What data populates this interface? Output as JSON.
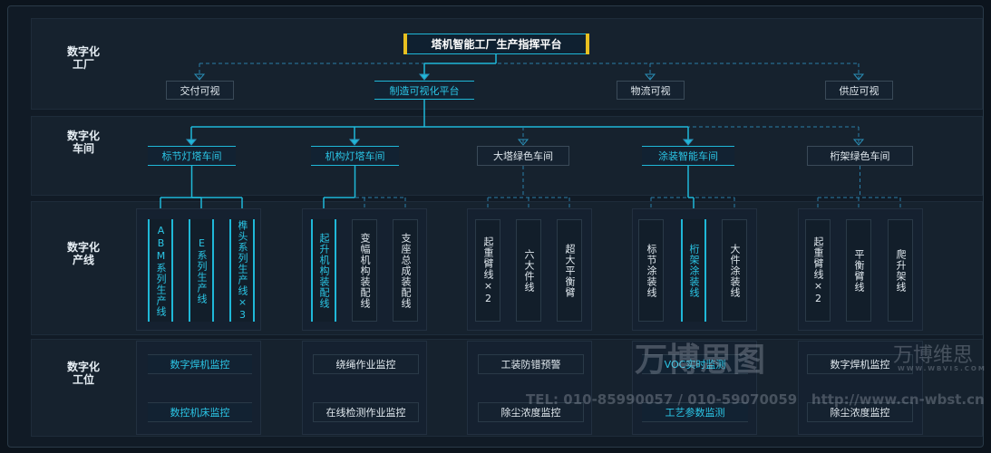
{
  "row_labels": [
    "数字化工厂",
    "数字化车间",
    "数字化产线",
    "数字化工位"
  ],
  "platform_title": "塔机智能工厂生产指挥平台",
  "level2": [
    {
      "label": "交付可视",
      "hl": false
    },
    {
      "label": "制造可视化平台",
      "hl": true
    },
    {
      "label": "物流可视",
      "hl": false
    },
    {
      "label": "供应可视",
      "hl": false
    }
  ],
  "workshops": [
    {
      "label": "标节灯塔车间",
      "hl": true,
      "lines": [
        {
          "label": "ABM系列生产线",
          "hl": true
        },
        {
          "label": "E系列生产线",
          "hl": true
        },
        {
          "label": "榫头系列生产线×3",
          "hl": true
        }
      ],
      "stations": [
        {
          "label": "数字焊机监控",
          "hl": true
        },
        {
          "label": "数控机床监控",
          "hl": true
        }
      ]
    },
    {
      "label": "机构灯塔车间",
      "hl": true,
      "lines": [
        {
          "label": "起升机构装配线",
          "hl": true
        },
        {
          "label": "变幅机构装配线",
          "hl": false
        },
        {
          "label": "支座总成装配线",
          "hl": false
        }
      ],
      "stations": [
        {
          "label": "绕绳作业监控",
          "hl": false
        },
        {
          "label": "在线检测作业监控",
          "hl": false
        }
      ]
    },
    {
      "label": "大塔绿色车间",
      "hl": false,
      "lines": [
        {
          "label": "起重臂线×2",
          "hl": false
        },
        {
          "label": "六大件线",
          "hl": false
        },
        {
          "label": "超大平衡臂",
          "hl": false
        }
      ],
      "stations": [
        {
          "label": "工装防错预警",
          "hl": false
        },
        {
          "label": "除尘浓度监控",
          "hl": false
        }
      ]
    },
    {
      "label": "涂装智能车间",
      "hl": true,
      "lines": [
        {
          "label": "标节涂装线",
          "hl": false
        },
        {
          "label": "桁架涂装线",
          "hl": true
        },
        {
          "label": "大件涂装线",
          "hl": false
        }
      ],
      "stations": [
        {
          "label": "VOC实时监测",
          "hl": true
        },
        {
          "label": "工艺参数监测",
          "hl": true
        }
      ]
    },
    {
      "label": "桁架绿色车间",
      "hl": false,
      "lines": [
        {
          "label": "起重臂线×2",
          "hl": false
        },
        {
          "label": "平衡臂线",
          "hl": false
        },
        {
          "label": "爬升架线",
          "hl": false
        }
      ],
      "stations": [
        {
          "label": "数字焊机监控",
          "hl": false
        },
        {
          "label": "除尘浓度监控",
          "hl": false
        }
      ]
    }
  ],
  "watermark": {
    "brand": "万博思图",
    "brand2": "万博维思",
    "site2": "WWW.WBVIS.COM",
    "contact": "TEL: 010-85990057 / 010-59070059   http://www.cn-wbst.cn"
  },
  "colors": {
    "accent": "#1fb8d8",
    "bg": "#0c141d",
    "title_corner": "#e8c020"
  }
}
